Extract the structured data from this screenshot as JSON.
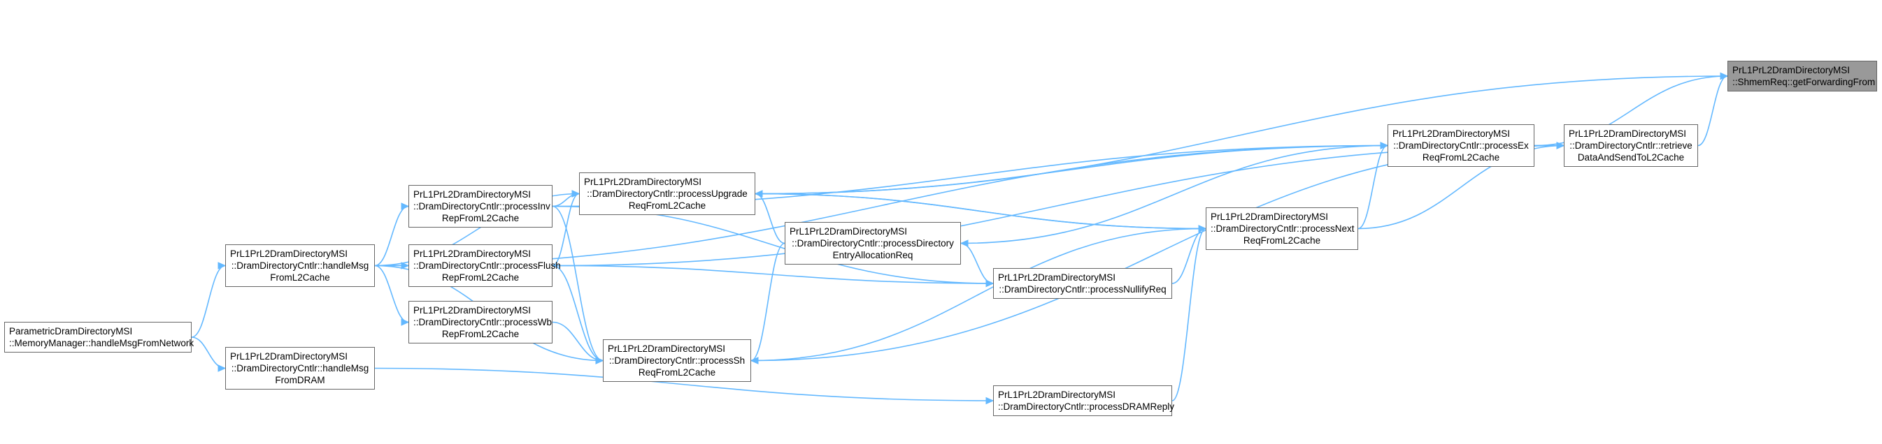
{
  "colors": {
    "edge": "#63b8ff",
    "node_border": "#666666",
    "focus_fill": "#999999",
    "background": "#ffffff"
  },
  "nodes": {
    "getForwardingFrom": {
      "lines": [
        "PrL1PrL2DramDirectoryMSI",
        "::ShmemReq::getForwardingFrom"
      ]
    },
    "retrieveData": {
      "lines": [
        "PrL1PrL2DramDirectoryMSI",
        "::DramDirectoryCntlr::retrieve",
        "DataAndSendToL2Cache"
      ]
    },
    "processEx": {
      "lines": [
        "PrL1PrL2DramDirectoryMSI",
        "::DramDirectoryCntlr::processEx",
        "ReqFromL2Cache"
      ]
    },
    "processNext": {
      "lines": [
        "PrL1PrL2DramDirectoryMSI",
        "::DramDirectoryCntlr::processNext",
        "ReqFromL2Cache"
      ]
    },
    "processUpgrade": {
      "lines": [
        "PrL1PrL2DramDirectoryMSI",
        "::DramDirectoryCntlr::processUpgrade",
        "ReqFromL2Cache"
      ]
    },
    "processDirAlloc": {
      "lines": [
        "PrL1PrL2DramDirectoryMSI",
        "::DramDirectoryCntlr::processDirectory",
        "EntryAllocationReq"
      ]
    },
    "processNullify": {
      "lines": [
        "PrL1PrL2DramDirectoryMSI",
        "::DramDirectoryCntlr::processNullifyReq"
      ]
    },
    "processDRAMReply": {
      "lines": [
        "PrL1PrL2DramDirectoryMSI",
        "::DramDirectoryCntlr::processDRAMReply"
      ]
    },
    "processSh": {
      "lines": [
        "PrL1PrL2DramDirectoryMSI",
        "::DramDirectoryCntlr::processSh",
        "ReqFromL2Cache"
      ]
    },
    "processInv": {
      "lines": [
        "PrL1PrL2DramDirectoryMSI",
        "::DramDirectoryCntlr::processInv",
        "RepFromL2Cache"
      ]
    },
    "processFlush": {
      "lines": [
        "PrL1PrL2DramDirectoryMSI",
        "::DramDirectoryCntlr::processFlush",
        "RepFromL2Cache"
      ]
    },
    "processWb": {
      "lines": [
        "PrL1PrL2DramDirectoryMSI",
        "::DramDirectoryCntlr::processWb",
        "RepFromL2Cache"
      ]
    },
    "handleMsgL2": {
      "lines": [
        "PrL1PrL2DramDirectoryMSI",
        "::DramDirectoryCntlr::handleMsg",
        "FromL2Cache"
      ]
    },
    "handleMsgDRAM": {
      "lines": [
        "PrL1PrL2DramDirectoryMSI",
        "::DramDirectoryCntlr::handleMsg",
        "FromDRAM"
      ]
    },
    "handleMsgNetwork": {
      "lines": [
        "ParametricDramDirectoryMSI",
        "::MemoryManager::handleMsgFromNetwork"
      ]
    }
  },
  "edges": [
    [
      "retrieveData",
      "getForwardingFrom"
    ],
    [
      "processEx",
      "getForwardingFrom"
    ],
    [
      "processEx",
      "retrieveData"
    ],
    [
      "processNext",
      "retrieveData"
    ],
    [
      "processNext",
      "processEx"
    ],
    [
      "processNext",
      "processUpgrade"
    ],
    [
      "processNext",
      "processSh"
    ],
    [
      "processUpgrade",
      "getForwardingFrom"
    ],
    [
      "processUpgrade",
      "processEx"
    ],
    [
      "processUpgrade",
      "processNext"
    ],
    [
      "processDirAlloc",
      "processUpgrade"
    ],
    [
      "processDirAlloc",
      "processNullify"
    ],
    [
      "processDirAlloc",
      "processSh"
    ],
    [
      "processEx",
      "processDirAlloc"
    ],
    [
      "processNullify",
      "processNext"
    ],
    [
      "processDRAMReply",
      "processNext"
    ],
    [
      "processSh",
      "retrieveData"
    ],
    [
      "processInv",
      "processUpgrade"
    ],
    [
      "processInv",
      "processEx"
    ],
    [
      "processInv",
      "processNullify"
    ],
    [
      "processInv",
      "processSh"
    ],
    [
      "processFlush",
      "processUpgrade"
    ],
    [
      "processFlush",
      "processNullify"
    ],
    [
      "processFlush",
      "processSh"
    ],
    [
      "processFlush",
      "retrieveData"
    ],
    [
      "processWb",
      "processSh"
    ],
    [
      "handleMsgL2",
      "processInv"
    ],
    [
      "handleMsgL2",
      "processFlush"
    ],
    [
      "handleMsgL2",
      "processWb"
    ],
    [
      "handleMsgL2",
      "processSh"
    ],
    [
      "handleMsgL2",
      "processUpgrade"
    ],
    [
      "handleMsgL2",
      "processEx"
    ],
    [
      "handleMsgDRAM",
      "processDRAMReply"
    ],
    [
      "handleMsgNetwork",
      "handleMsgL2"
    ],
    [
      "handleMsgNetwork",
      "handleMsgDRAM"
    ]
  ]
}
